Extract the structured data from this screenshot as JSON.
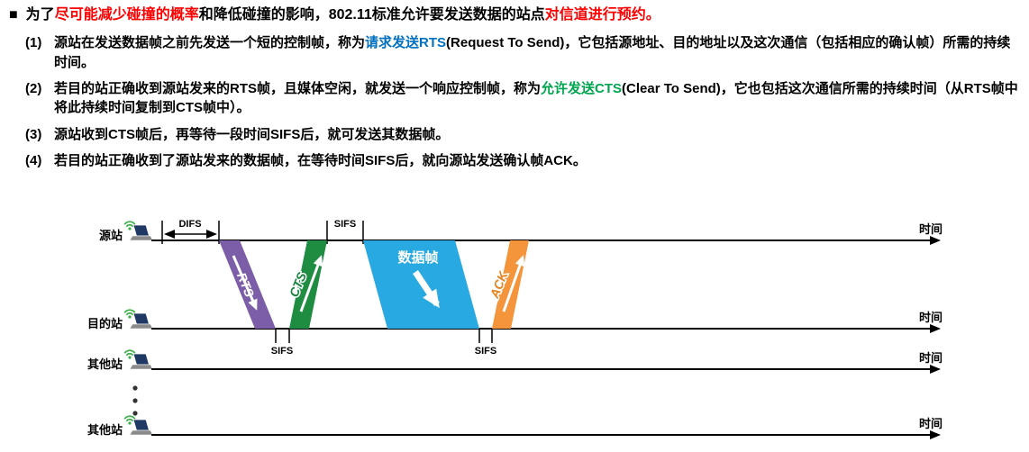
{
  "header": {
    "bullet": "■",
    "segments": [
      {
        "text": "为了"
      },
      {
        "text": "尽可能减少碰撞的概率",
        "color": "red"
      },
      {
        "text": "和降低碰撞的影响，802.11标准允许要发送数据的站点"
      },
      {
        "text": "对信道进行预约。",
        "color": "red"
      }
    ]
  },
  "points": [
    {
      "number": "(1)",
      "segments": [
        {
          "text": "源站在发送数据帧之前先发送一个短的控制帧，称为"
        },
        {
          "text": "请求发送RTS",
          "color": "blue"
        },
        {
          "text": "(Request To Send)，它包括源地址、目的地址以及这次通信（包括相应的确认帧）所需的持续时间。"
        }
      ]
    },
    {
      "number": "(2)",
      "segments": [
        {
          "text": "若目的站正确收到源站发来的RTS帧，且媒体空闲，就发送一个响应控制帧，称为"
        },
        {
          "text": "允许发送CTS",
          "color": "green"
        },
        {
          "text": "(Clear To Send)，它也包括这次通信所需的持续时间（从RTS帧中将此持续时间复制到CTS帧中）。"
        }
      ]
    },
    {
      "number": "(3)",
      "segments": [
        {
          "text": "源站收到CTS帧后，再等待一段时间SIFS后，就可发送其数据帧。"
        }
      ]
    },
    {
      "number": "(4)",
      "segments": [
        {
          "text": "若目的站正确收到了源站发来的数据帧，在等待时间SIFS后，就向源站发送确认帧ACK。"
        }
      ]
    }
  ],
  "diagram": {
    "stations": [
      {
        "label": "源站"
      },
      {
        "label": "目的站"
      },
      {
        "label": "其他站"
      },
      {
        "label": "其他站"
      }
    ],
    "time_label": "时间",
    "difs_label": "DIFS",
    "sifs_label": "SIFS",
    "frames": {
      "rts": {
        "label": "RTS",
        "color": "#7B5EA7",
        "text_color": "#FFFFFF"
      },
      "cts": {
        "label": "CTS",
        "color": "#1E8C41",
        "text_color": "#15833B"
      },
      "data": {
        "label": "数据帧",
        "color": "#29A9E1",
        "text_color": "#FFFFFF"
      },
      "ack": {
        "label": "ACK",
        "color": "#F5953B",
        "text_color": "#E8821E"
      }
    },
    "text_colors": {
      "red": "#FF0000",
      "blue": "#0070C0",
      "green": "#00A64F"
    }
  }
}
